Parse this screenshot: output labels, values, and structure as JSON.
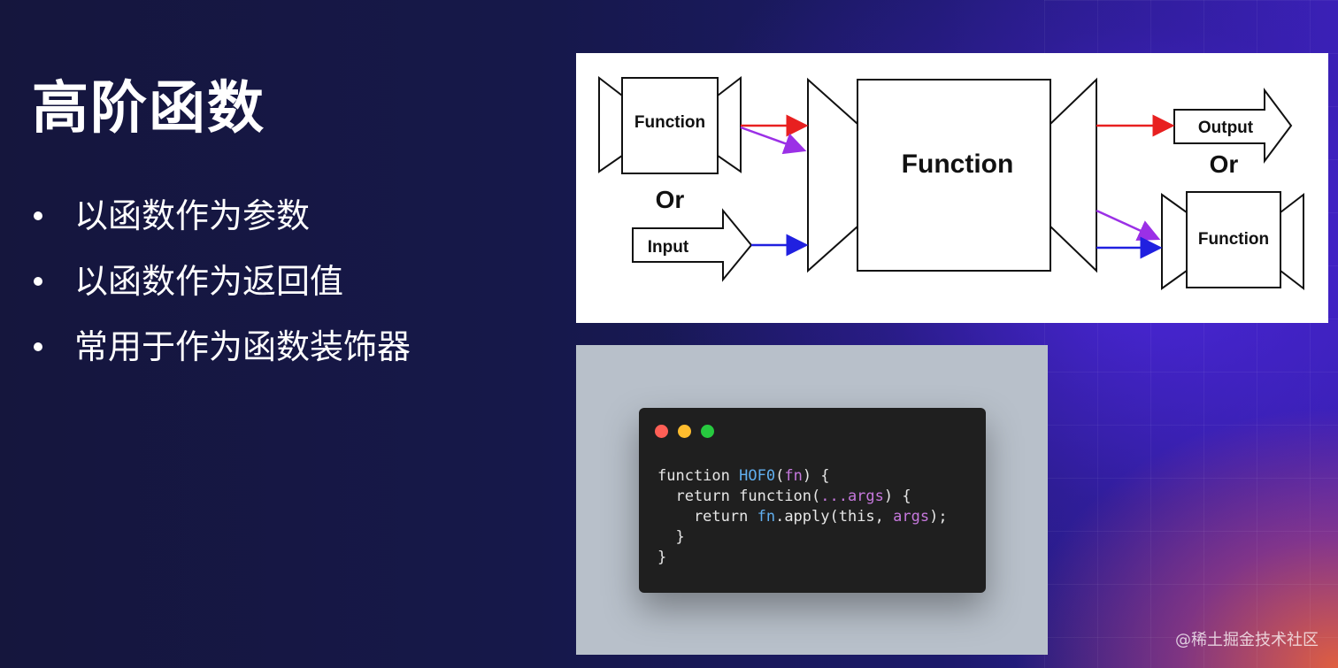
{
  "slide": {
    "title": "高阶函数",
    "bullets": [
      "以函数作为参数",
      "以函数作为返回值",
      "常用于作为函数装饰器"
    ]
  },
  "diagram": {
    "input_function_label": "Function",
    "or_left": "Or",
    "input_label": "Input",
    "center_label": "Function",
    "output_label": "Output",
    "or_right": "Or",
    "output_function_label": "Function",
    "colors": {
      "red": "#e82020",
      "purple": "#9b30e6",
      "blue": "#2020e0"
    }
  },
  "code_window": {
    "lines": [
      [
        "function ",
        "HOF0",
        "(",
        "fn",
        ") {"
      ],
      [
        "  return function(",
        "...args",
        ") {"
      ],
      [
        "    return ",
        "fn",
        ".apply(this, ",
        "args",
        ");"
      ],
      [
        "  }"
      ],
      [
        "}"
      ]
    ]
  },
  "credit": "@稀土掘金技术社区",
  "colors": {
    "accent": "#3a21b8",
    "background": "#16184a"
  }
}
